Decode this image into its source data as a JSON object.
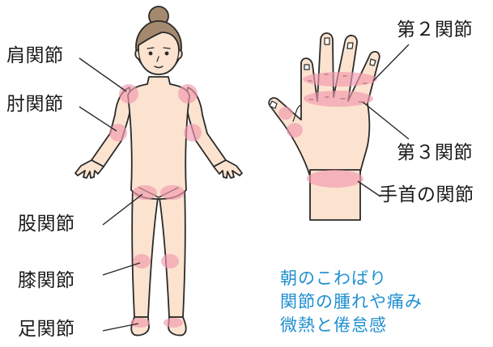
{
  "labels": {
    "shoulder": "肩関節",
    "elbow": "肘関節",
    "hip": "股関節",
    "knee": "膝関節",
    "ankle": "足関節",
    "pip": "第２関節",
    "mcp": "第３関節",
    "wrist": "手首の関節"
  },
  "symptoms": [
    "朝のこわばり",
    "関節の腫れや痛み",
    "微熱と倦怠感"
  ],
  "colors": {
    "skin": "#fbe3d0",
    "outline": "#2a2a2a",
    "hair": "#a5896f",
    "joint_highlight": "#f29aae",
    "symptom_text": "#1e8fd0"
  }
}
